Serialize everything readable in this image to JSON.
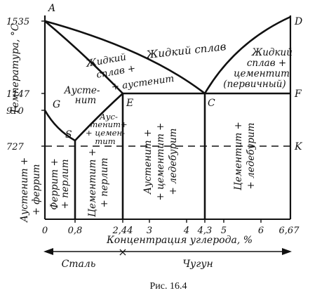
{
  "diagram": {
    "y_axis_label": "Температура, °С",
    "x_axis_label": "Концентрация углерода, %",
    "y_ticks": [
      "1535",
      "1147",
      "910",
      "727"
    ],
    "x_ticks": [
      "0",
      "0,8",
      "2,44",
      "3",
      "4",
      "4,3",
      "5",
      "6",
      "6,67"
    ],
    "points": {
      "A": "A",
      "D": "D",
      "F": "F",
      "K": "K",
      "C": "C",
      "E": "E",
      "G": "G",
      "S": "S"
    },
    "regions": {
      "liquid": "Жидкий сплав",
      "liquid_aus_1": "Жидкий",
      "liquid_aus_2": "сплав +",
      "liquid_aus_3": "+ аустенит",
      "liquid_cem_1": "Жидкий",
      "liquid_cem_2": "сплав +",
      "liquid_cem_3": "цементит",
      "liquid_cem_4": "(первичный)",
      "austenite_1": "Аусте-",
      "austenite_2": "нит",
      "aus_cem_1": "Аус-",
      "aus_cem_2": "тенит+",
      "aus_cem_3": "+ цемен-",
      "aus_cem_4": "тит",
      "aus_ferrite_1": "Аустенит +",
      "aus_ferrite_2": "+ феррит",
      "ferrite_pearlite_1": "Феррит +",
      "ferrite_pearlite_2": "+ перлит",
      "cem_pearlite_1": "Цементит +",
      "cem_pearlite_2": "+ перлит",
      "aus_cem_led_1": "Аустенит +",
      "aus_cem_led_2": "+ цементит +",
      "aus_cem_led_3": "+ ледебурит",
      "cem_led_1": "Цементит +",
      "cem_led_2": "+ ледебурит"
    },
    "bottom": {
      "steel": "Сталь",
      "cast_iron": "Чугун",
      "divider": "×"
    },
    "caption": "Рис. 16.4"
  }
}
